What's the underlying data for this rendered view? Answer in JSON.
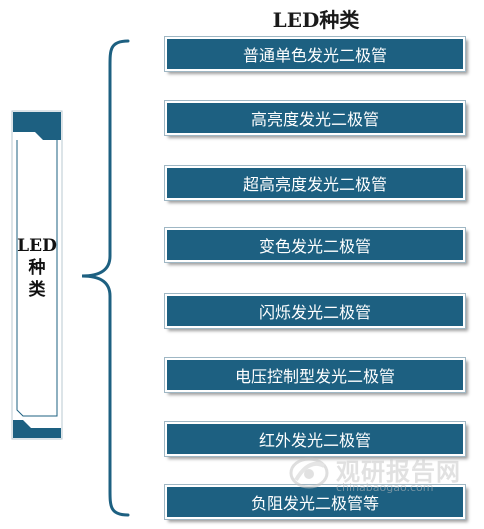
{
  "title": "LED种类",
  "side_label": [
    "LED",
    "种",
    "类"
  ],
  "items": [
    "普通单色发光二极管",
    "高亮度发光二极管",
    "超高亮度发光二极管",
    "变色发光二极管",
    "闪烁发光二极管",
    "电压控制型发光二极管",
    "红外发光二极管",
    "负阻发光二极管等"
  ],
  "watermark": {
    "text_cn": "观研报告网",
    "text_en": "chinabaogao.com",
    "logo": "watermark-logo-icon"
  },
  "colors": {
    "box": "#1d6081",
    "brace": "#1d6081",
    "card_accent": "#1d6081",
    "text": "#ffffff"
  }
}
